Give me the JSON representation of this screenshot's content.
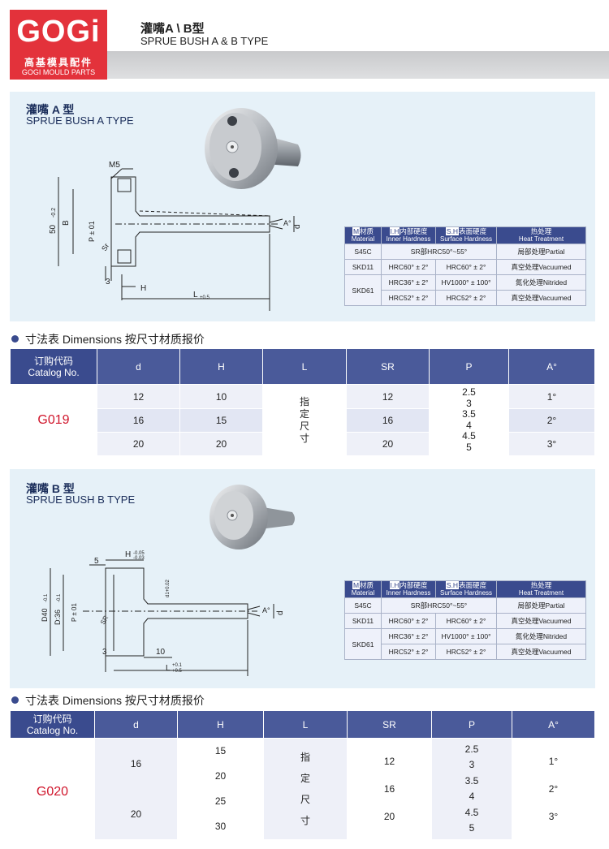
{
  "brand": {
    "logo": "GOGi",
    "name_cn": "高基模具配件",
    "name_en": "GOGI MOULD PARTS"
  },
  "header": {
    "title_cn": "灌嘴A \\ B型",
    "title_en": "SPRUE BUSH A & B TYPE"
  },
  "type_a": {
    "title_cn": "灌嘴 A 型",
    "title_en": "SPRUE BUSH A TYPE",
    "labels": {
      "m5": "M5",
      "b": "B",
      "dim50": "50",
      "dim50_tol": "-0.2",
      "p": "P ± 01",
      "sr": "Sr",
      "d": "d",
      "a": "A°",
      "three": "3",
      "h": "H",
      "l": "L",
      "l_tol": "+0.5"
    }
  },
  "type_b": {
    "title_cn": "灌嘴 B 型",
    "title_en": "SPRUE BUSH B TYPE",
    "labels": {
      "h": "H",
      "h_tol1": "-0.05",
      "h_tol2": "-0.03",
      "five": "5",
      "d40": "D40",
      "d40_tol": "-0.1",
      "d36": "D:36",
      "d36_tol": "-0.1",
      "p": "P ± 01",
      "sr": "SR",
      "d1": "d1+0.02",
      "d": "d",
      "a": "A°",
      "three": "3",
      "ten": "10",
      "l": "L",
      "l_tol1": "+0.1",
      "l_tol2": "+0.5"
    }
  },
  "material_table": {
    "headers": [
      {
        "box": "M",
        "cn": "材质",
        "en": "Material"
      },
      {
        "box": "I.H",
        "cn": "内部硬度",
        "en": "Inner Hardness"
      },
      {
        "box": "S.H",
        "cn": "表面硬度",
        "en": "Surface Hardness"
      },
      {
        "box": "",
        "cn": "热处理",
        "en": "Heat Treatment"
      }
    ],
    "rows": [
      {
        "m": "S45C",
        "ih_sh": "SR部HRC50°~55°",
        "ht": "局部处理Partial"
      },
      {
        "m": "SKD11",
        "ih": "HRC60° ± 2°",
        "sh": "HRC60° ± 2°",
        "ht": "真空处理Vacuumed"
      },
      {
        "m": "SKD61",
        "ih": "HRC36° ± 2°",
        "sh": "HV1000° ± 100°",
        "ht": "氮化处理Nitrided"
      },
      {
        "ih": "HRC52° ± 2°",
        "sh": "HRC52° ± 2°",
        "ht": "真空处理Vacuumed"
      }
    ]
  },
  "dimensions_heading": "寸法表 Dimensions 按尺寸材质报价",
  "dim_headers": {
    "catalog_cn": "订购代码",
    "catalog_en": "Catalog No.",
    "d": "d",
    "h": "H",
    "l": "L",
    "sr": "SR",
    "p": "P",
    "a": "A°"
  },
  "table_a": {
    "code": "G019",
    "rows": [
      {
        "d": "12",
        "h": "10",
        "sr": "12",
        "a": "1°"
      },
      {
        "d": "16",
        "h": "15",
        "sr": "16",
        "a": "2°"
      },
      {
        "d": "20",
        "h": "20",
        "sr": "20",
        "a": "3°"
      }
    ],
    "l_chars": [
      "指",
      "定",
      "尺",
      "寸"
    ],
    "p_values": [
      "2.5",
      "3",
      "3.5",
      "4",
      "4.5",
      "5"
    ]
  },
  "table_b": {
    "code": "G020",
    "d_values": [
      "16",
      "20"
    ],
    "h_values": [
      "15",
      "20",
      "25",
      "30"
    ],
    "l_chars": [
      "指",
      "定",
      "尺",
      "寸"
    ],
    "sr_values": [
      "12",
      "16",
      "20"
    ],
    "p_values": [
      "2.5",
      "3",
      "3.5",
      "4",
      "4.5",
      "5"
    ],
    "a_values": [
      "1°",
      "2°",
      "3°"
    ]
  }
}
